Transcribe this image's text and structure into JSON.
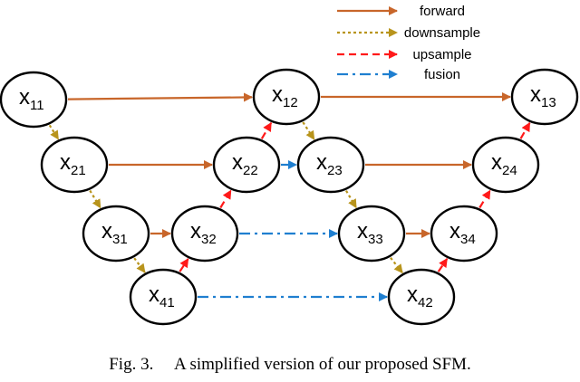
{
  "legend": [
    {
      "key": "forward",
      "label": "forward",
      "color": "#c8662a",
      "style": "solid"
    },
    {
      "key": "downsample",
      "label": "downsample",
      "color": "#b8941c",
      "style": "dotted"
    },
    {
      "key": "upsample",
      "label": "upsample",
      "color": "#ff1a1a",
      "style": "dashed"
    },
    {
      "key": "fusion",
      "label": "fusion",
      "color": "#1f7fd0",
      "style": "dashdot"
    }
  ],
  "nodes": [
    {
      "id": "x11",
      "base": "x",
      "sub": "11"
    },
    {
      "id": "x12",
      "base": "x",
      "sub": "12"
    },
    {
      "id": "x13",
      "base": "x",
      "sub": "13"
    },
    {
      "id": "x21",
      "base": "x",
      "sub": "21"
    },
    {
      "id": "x22",
      "base": "x",
      "sub": "22"
    },
    {
      "id": "x23",
      "base": "x",
      "sub": "23"
    },
    {
      "id": "x24",
      "base": "x",
      "sub": "24"
    },
    {
      "id": "x31",
      "base": "x",
      "sub": "31"
    },
    {
      "id": "x32",
      "base": "x",
      "sub": "32"
    },
    {
      "id": "x33",
      "base": "x",
      "sub": "33"
    },
    {
      "id": "x34",
      "base": "x",
      "sub": "34"
    },
    {
      "id": "x41",
      "base": "x",
      "sub": "41"
    },
    {
      "id": "x42",
      "base": "x",
      "sub": "42"
    }
  ],
  "edges": [
    {
      "from": "x11",
      "to": "x12",
      "type": "forward"
    },
    {
      "from": "x12",
      "to": "x13",
      "type": "forward"
    },
    {
      "from": "x21",
      "to": "x22",
      "type": "forward"
    },
    {
      "from": "x23",
      "to": "x24",
      "type": "forward"
    },
    {
      "from": "x31",
      "to": "x32",
      "type": "forward"
    },
    {
      "from": "x33",
      "to": "x34",
      "type": "forward"
    },
    {
      "from": "x11",
      "to": "x21",
      "type": "downsample"
    },
    {
      "from": "x21",
      "to": "x31",
      "type": "downsample"
    },
    {
      "from": "x31",
      "to": "x41",
      "type": "downsample"
    },
    {
      "from": "x12",
      "to": "x23",
      "type": "downsample"
    },
    {
      "from": "x23",
      "to": "x33",
      "type": "downsample"
    },
    {
      "from": "x33",
      "to": "x42",
      "type": "downsample"
    },
    {
      "from": "x41",
      "to": "x32",
      "type": "upsample"
    },
    {
      "from": "x32",
      "to": "x22",
      "type": "upsample"
    },
    {
      "from": "x22",
      "to": "x12",
      "type": "upsample"
    },
    {
      "from": "x42",
      "to": "x34",
      "type": "upsample"
    },
    {
      "from": "x34",
      "to": "x24",
      "type": "upsample"
    },
    {
      "from": "x24",
      "to": "x13",
      "type": "upsample"
    },
    {
      "from": "x22",
      "to": "x23",
      "type": "fusion"
    },
    {
      "from": "x32",
      "to": "x33",
      "type": "fusion"
    },
    {
      "from": "x41",
      "to": "x42",
      "type": "fusion"
    }
  ],
  "caption": {
    "label": "Fig. 3.",
    "text": "A simplified version of our proposed SFM."
  }
}
